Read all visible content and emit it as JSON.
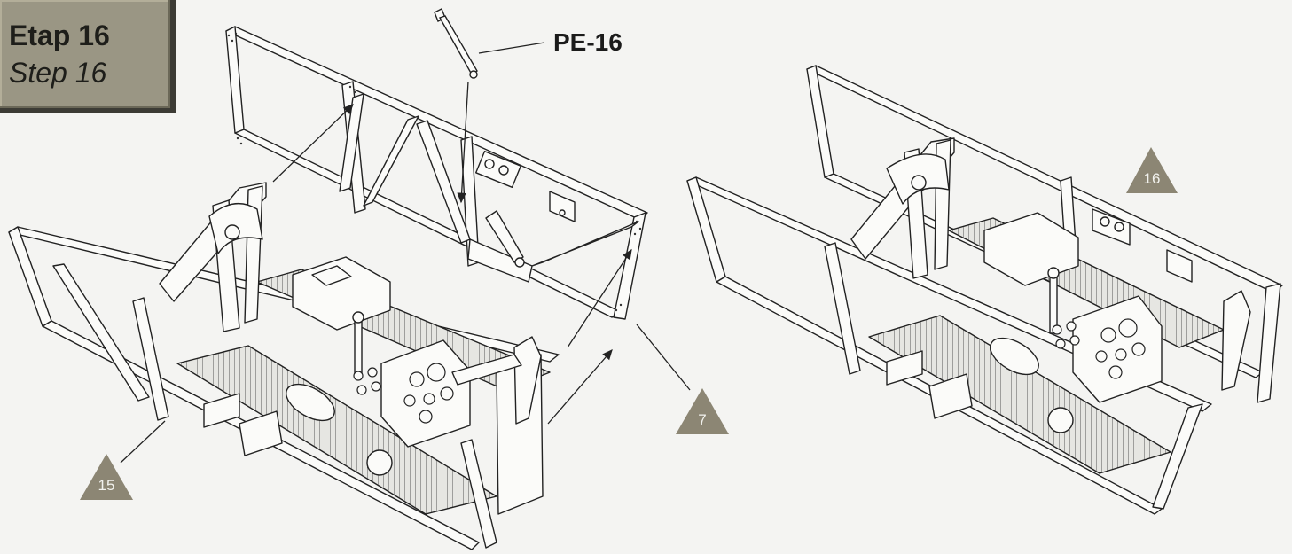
{
  "step": {
    "title_pl": "Etap 16",
    "title_en": "Step 16"
  },
  "part_label": "PE-16",
  "references": {
    "left_assembly": "15",
    "side_frame": "7",
    "result_assembly": "16"
  },
  "colors": {
    "step_box_bg": "#9a9684",
    "step_box_shadow": "#3c3b35",
    "triangle": "#8c8674",
    "line": "#222222",
    "paper": "#f4f4f2"
  }
}
